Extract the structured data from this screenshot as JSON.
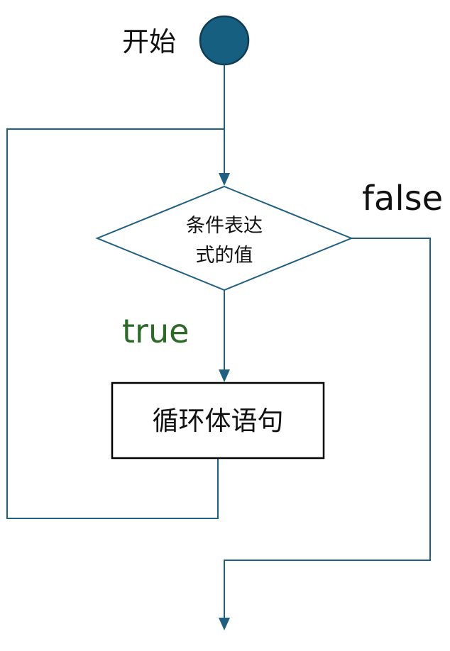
{
  "diagram": {
    "start_label": "开始",
    "condition_line1": "条件表达",
    "condition_line2": "式的值",
    "true_label": "true",
    "false_label": "false",
    "body_label": "循环体语句"
  },
  "colors": {
    "line": "#1f5f7f",
    "start_fill": "#175f80",
    "true_text": "#2d6a2a",
    "box_border": "#000000"
  }
}
